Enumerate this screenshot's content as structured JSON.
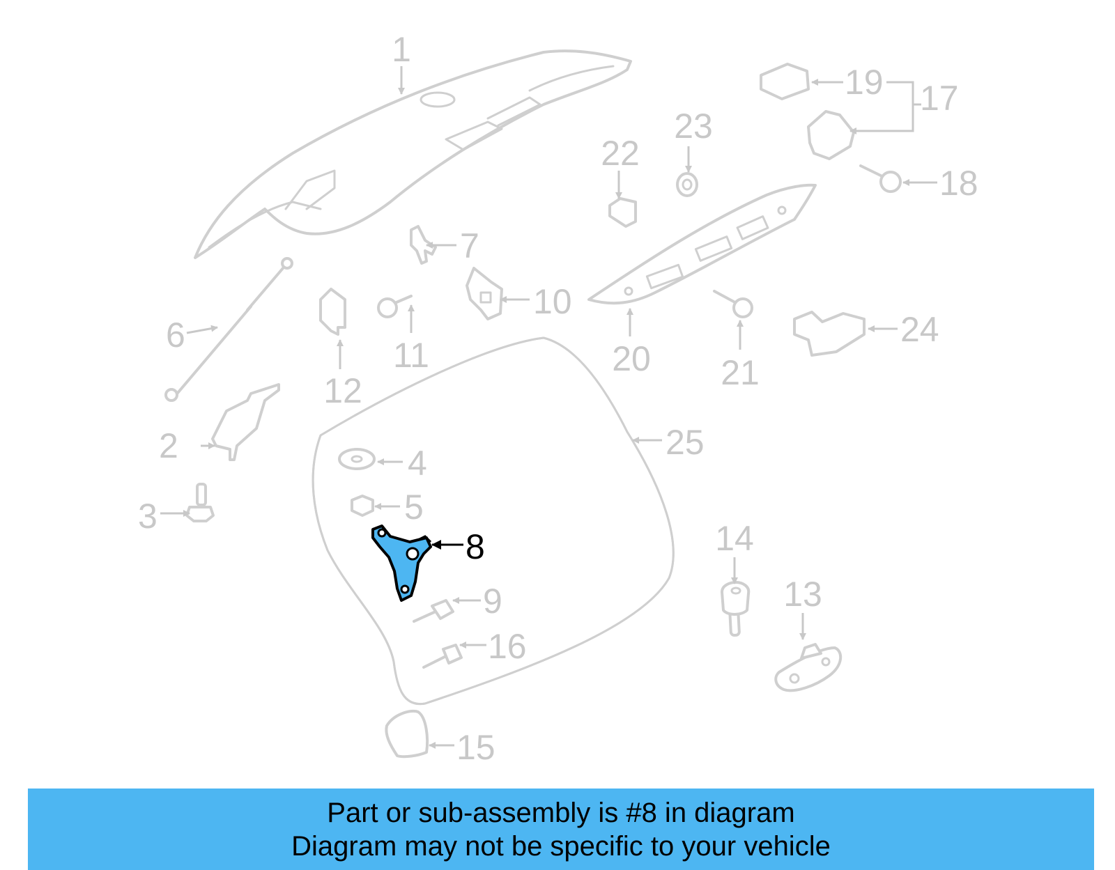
{
  "diagram": {
    "highlight_color": "#4db6f2",
    "highlighted_part": "8",
    "callouts": [
      "1",
      "2",
      "3",
      "4",
      "5",
      "6",
      "7",
      "8",
      "9",
      "10",
      "11",
      "12",
      "13",
      "14",
      "15",
      "16",
      "17",
      "18",
      "19",
      "20",
      "21",
      "22",
      "23",
      "24",
      "25"
    ]
  },
  "banner": {
    "line1": "Part or sub-assembly is #8 in diagram",
    "line2": "Diagram may not be specific to your vehicle",
    "background": "#4db6f2"
  }
}
